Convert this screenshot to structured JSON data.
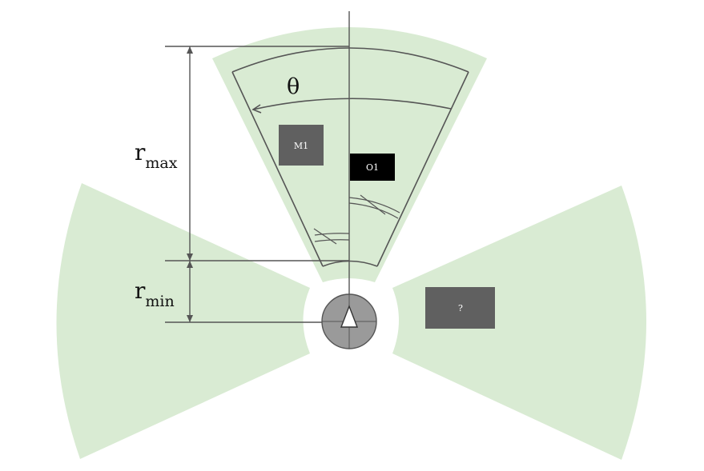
{
  "colors": {
    "sector_fill": "#d9ebd3",
    "line": "#555555",
    "hub": "#9a9a9a",
    "box_m1": "#606060",
    "box_o1": "#000000",
    "box_unknown": "#606060"
  },
  "labels": {
    "r_max_main": "r",
    "r_max_sub": "max",
    "r_min_main": "r",
    "r_min_sub": "min",
    "theta": "θ",
    "box_m1": "M1",
    "box_o1": "O1",
    "box_unknown": "?"
  }
}
